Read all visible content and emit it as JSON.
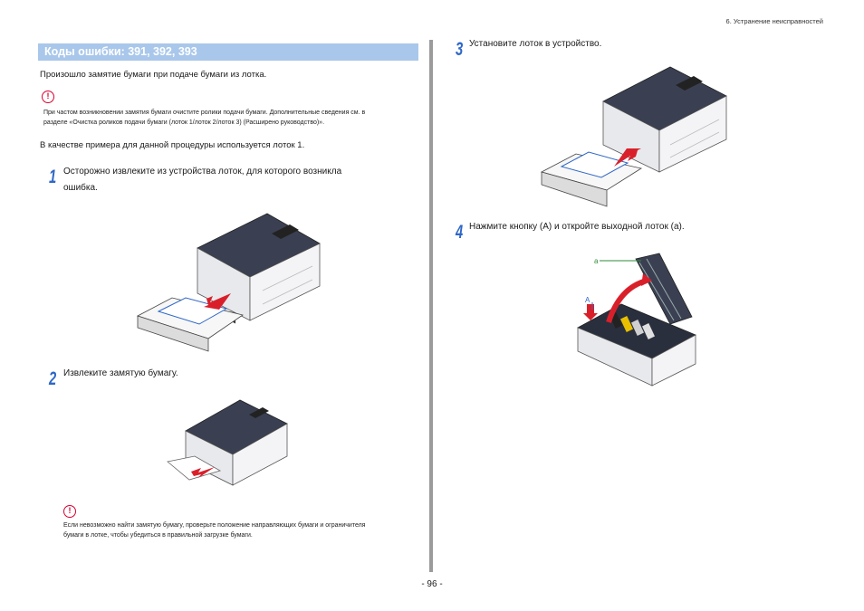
{
  "header": {
    "chapter": "6. Устранение неисправностей"
  },
  "title": "Коды ошибки: 391, 392, 393",
  "intro": "Произошло замятие бумаги при подаче бумаги из лотка.",
  "caution1": {
    "icon": "caution-icon",
    "lines": [
      "При частом возникновении замятия бумаги очистите ролики подачи бумаги. Дополнительные сведения см. в",
      "разделе «Очистка роликов подачи бумаги (лоток 1/лоток 2/лоток 3) (Расширено руководство)»."
    ]
  },
  "example": "В качестве примера для данной процедуры используется лоток 1.",
  "steps": [
    {
      "num": "1",
      "lines": [
        "Осторожно извлеките из устройства лоток, для которого возникла",
        "ошибка."
      ]
    },
    {
      "num": "2",
      "lines": [
        "Извлеките замятую бумагу."
      ]
    },
    {
      "num": "3",
      "lines": [
        "Установите лоток в устройство."
      ]
    },
    {
      "num": "4",
      "lines": [
        "Нажмите кнопку (A) и откройте выходной лоток (a)."
      ]
    }
  ],
  "caution2": {
    "icon": "caution-icon",
    "lines": [
      "Если невозможно найти замятую бумагу, проверьте положение направляющих бумаги и ограничителя",
      "бумаги в лотке, чтобы убедиться в правильной загрузке бумаги."
    ]
  },
  "figure4": {
    "label_a_lower": "a",
    "label_a_upper": "A"
  },
  "footer": {
    "page": "- 96 -"
  },
  "colors": {
    "title_bar": "#a9c7ea",
    "step_number": "#2f67c7",
    "caution": "#d9002f",
    "arrow": "#d9202a",
    "callout_green": "#2e8b3a",
    "callout_blue": "#2f67c7"
  }
}
